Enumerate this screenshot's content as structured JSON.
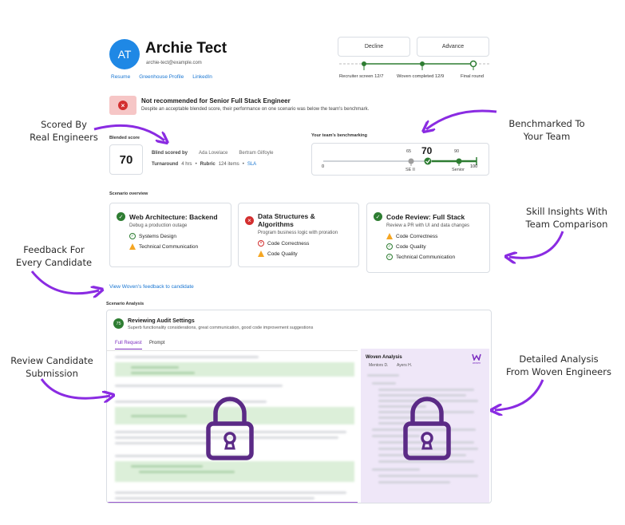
{
  "candidate": {
    "initials": "AT",
    "name": "Archie Tect",
    "email": "archie-tect@example.com",
    "links": [
      "Resume",
      "Greenhouse Profile",
      "LinkedIn"
    ]
  },
  "actions": {
    "decline": "Decline",
    "advance": "Advance"
  },
  "timeline": {
    "steps": [
      "Recruiter screen 12/7",
      "Woven completed 12/9",
      "Final round"
    ]
  },
  "alert": {
    "title": "Not recommended for Senior Full Stack Engineer",
    "message": "Despite an acceptable blended score, their performance on one scenario was below the team's benchmark."
  },
  "blended": {
    "label": "Blended score",
    "score": "70",
    "blind_label": "Blind scored by",
    "scorers": [
      "Ada Lovelace",
      "Bertram Gilfoyle"
    ],
    "turnaround_label": "Turnaround",
    "turnaround_value": "4 hrs",
    "rubric_label": "Rubric",
    "rubric_value": "124 items",
    "sla": "SLA",
    "bullet": "•"
  },
  "benchmark": {
    "label": "Your team's benchmarking",
    "min": "0",
    "max": "100",
    "se2_value": "65",
    "se2_label": "SE II",
    "candidate_value": "70",
    "senior_value": "90",
    "senior_label": "Senior"
  },
  "scenario_overview": {
    "label": "Scenario overview",
    "cards": [
      {
        "title": "Web Architecture: Backend",
        "subtitle": "Debug a production outage",
        "skills": [
          {
            "name": "Systems Design",
            "status": "ok"
          },
          {
            "name": "Technical Communication",
            "status": "warn"
          }
        ],
        "status": "ok"
      },
      {
        "title": "Data Structures & Algorithms",
        "subtitle": "Program business logic with proration",
        "skills": [
          {
            "name": "Code Correctness",
            "status": "bad"
          },
          {
            "name": "Code Quality",
            "status": "warn"
          }
        ],
        "status": "bad"
      },
      {
        "title": "Code Review: Full Stack",
        "subtitle": "Review a PR with UI and data changes",
        "skills": [
          {
            "name": "Code Correctness",
            "status": "warn"
          },
          {
            "name": "Code Quality",
            "status": "ok"
          },
          {
            "name": "Technical Communication",
            "status": "ok"
          }
        ],
        "status": "ok"
      }
    ]
  },
  "feedback_link": "View Woven's feedback to candidate",
  "analysis": {
    "section_label": "Scenario Analysis",
    "badge": "75",
    "title": "Reviewing Audit Settings",
    "subtitle": "Superb functionality considerations, great communication, good code improvement suggestions",
    "tabs": [
      "Full Request",
      "Prompt"
    ],
    "woven_title": "Woven Analysis",
    "reviewers": [
      "Mentors D.",
      "Ayers H."
    ],
    "woven_logo": "woven"
  },
  "annotations": {
    "scored": "Scored By\nReal Engineers",
    "benchmarked": "Benchmarked To\nYour Team",
    "skill": "Skill Insights With\nTeam Comparison",
    "feedback": "Feedback For\nEvery Candidate",
    "review": "Review Candidate\nSubmission",
    "detailed": "Detailed Analysis\nFrom Woven Engineers"
  },
  "colors": {
    "accent": "#8a2be2",
    "green": "#2e7d32",
    "link": "#1976d2",
    "lock": "#5b2a86"
  },
  "icons": [
    "lock-icon",
    "arrow-icon",
    "check-icon",
    "warning-icon",
    "error-icon"
  ]
}
